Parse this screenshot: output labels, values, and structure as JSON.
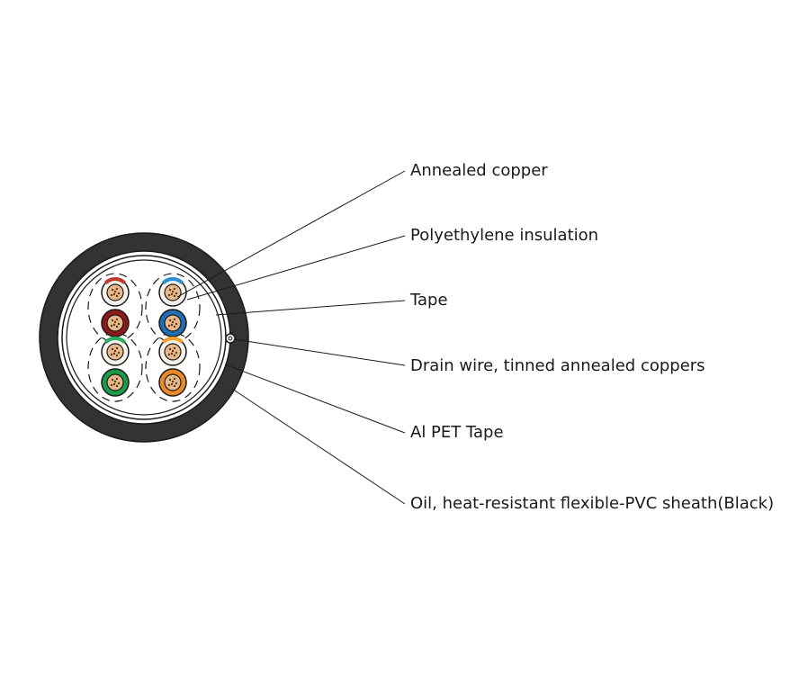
{
  "labels": [
    {
      "id": "annealed-copper",
      "text": "Annealed copper"
    },
    {
      "id": "polyethylene-insulation",
      "text": "Polyethylene insulation"
    },
    {
      "id": "tape",
      "text": "Tape"
    },
    {
      "id": "drain-wire",
      "text": "Drain wire, tinned annealed coppers"
    },
    {
      "id": "al-pet-tape",
      "text": "Al PET Tape"
    },
    {
      "id": "sheath",
      "text": "Oil, heat-resistant flexible-PVC sheath(Black)"
    }
  ],
  "colors": {
    "sheath": "#333333",
    "outline": "#1a1a1a",
    "copper": "#e8b98a",
    "red": "#8b1a1a",
    "blue": "#1f6db3",
    "green": "#1a9a4a",
    "orange": "#e88a2a",
    "white_insulation": "#f4f1ea",
    "stripe_red": "#c0392b",
    "stripe_blue": "#2a8fd6",
    "stripe_green": "#27ae60",
    "stripe_orange": "#f0a030"
  }
}
